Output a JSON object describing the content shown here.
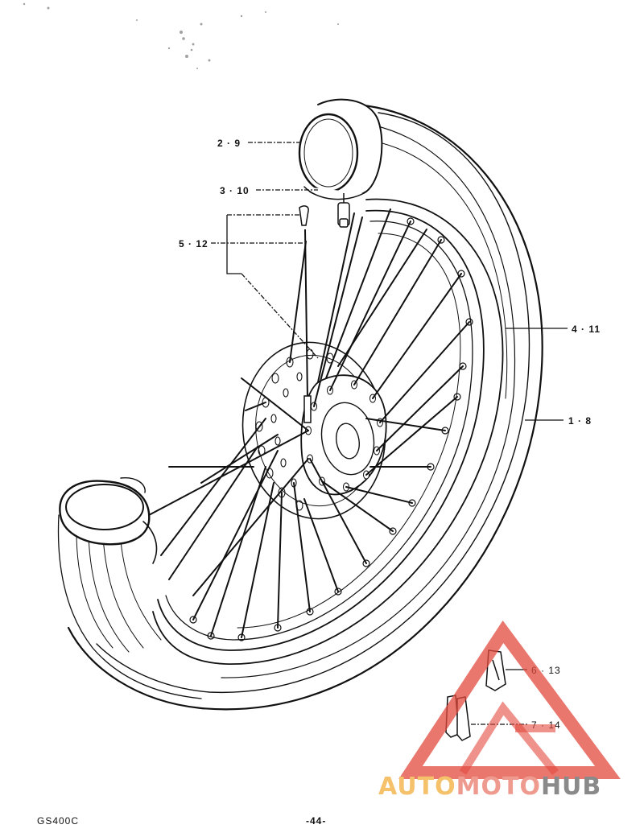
{
  "diagram": {
    "callouts": [
      {
        "id": "tube-valve",
        "text": "2 · 9"
      },
      {
        "id": "rim-band",
        "text": "3 · 10"
      },
      {
        "id": "spoke-set",
        "text": "5 · 12"
      },
      {
        "id": "rim",
        "text": "4 · 11"
      },
      {
        "id": "tire",
        "text": "1 · 8"
      },
      {
        "id": "balancer-a",
        "text": "6 · 13"
      },
      {
        "id": "balancer-b",
        "text": "7 · 14"
      }
    ]
  },
  "footer": {
    "model": "GS400C",
    "page": "-44-"
  },
  "watermark": {
    "part1": "AUTO",
    "part2": "MOTO",
    "part3": "HUB",
    "colors": {
      "auto": "#f5c16a",
      "moto": "#ef9a8f",
      "hub": "#8a8a8a",
      "triangle": "#e24a3e"
    }
  }
}
